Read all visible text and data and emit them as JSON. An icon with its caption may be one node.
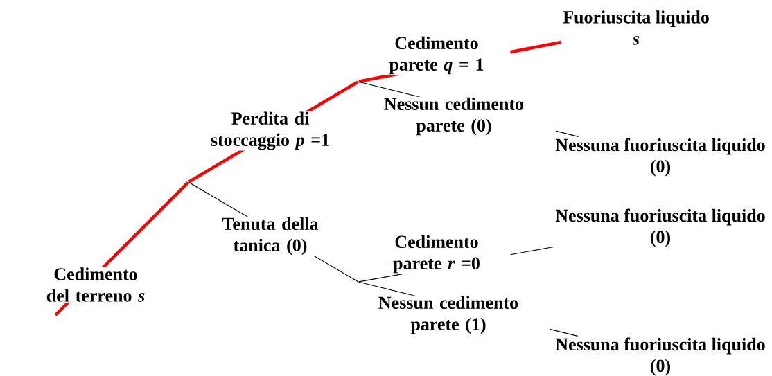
{
  "diagram": {
    "nodes": [
      {
        "text": [],
        "shape": "point"
      },
      {
        "text": [],
        "shape": "point"
      },
      {
        "text": [],
        "shape": "point"
      },
      {
        "text": [
          "Fuoriuscita liquido",
          "*s*"
        ]
      },
      {
        "text": [
          "Nessuna fuoriuscita liquido",
          "(0)"
        ]
      },
      {
        "text": [
          "Nessuna fuoriuscita liquido",
          "(0)"
        ]
      },
      {
        "text": [
          "Nessuna fuoriuscita liquido",
          "(0)"
        ]
      }
    ],
    "edges": [
      {
        "from": null,
        "to": 0,
        "arrow": "none",
        "label": "Cedimento del terreno *s*",
        "style": "thick",
        "color": "#ff0000"
      },
      {
        "from": 0,
        "to": 1,
        "arrow": "none",
        "label": "Perdita di stoccaggio *p* =1",
        "style": "thick",
        "color": "#ff0000"
      },
      {
        "from": 0,
        "to": 2,
        "arrow": "none",
        "label": "Tenuta della tanica (0)"
      },
      {
        "from": 1,
        "to": 3,
        "arrow": "none",
        "label": "Cedimento parete *q* = 1",
        "style": "thick",
        "color": "#ff0000"
      },
      {
        "from": 1,
        "to": 4,
        "arrow": "none",
        "label": "Nessun cedimento parete (0)"
      },
      {
        "from": 2,
        "to": 5,
        "arrow": "none",
        "label": "Cedimento parete *r* =0"
      },
      {
        "from": 2,
        "to": 6,
        "arrow": "none",
        "label": "Nessun cedimento parete (1)"
      }
    ]
  }
}
